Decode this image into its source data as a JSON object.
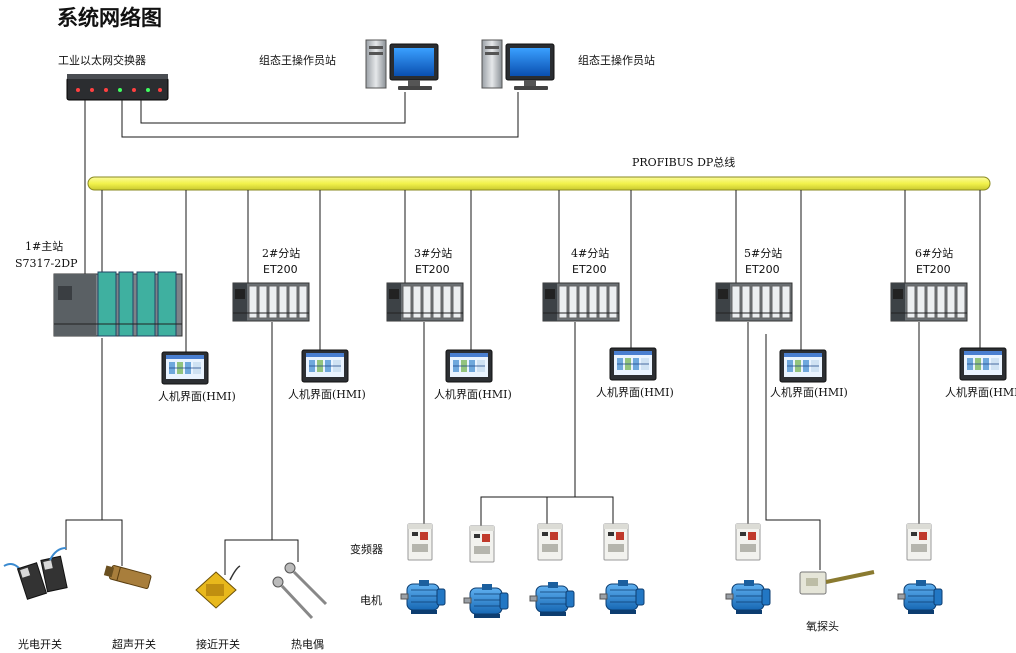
{
  "title": "系统网络图",
  "switch": {
    "label": "工业以太网交换器"
  },
  "workstations": [
    {
      "label": "组态王操作员站"
    },
    {
      "label": "组态王操作员站"
    }
  ],
  "bus": {
    "label": "PROFIBUS DP总线",
    "color": "#f5f55a"
  },
  "master": {
    "line1": "1#主站",
    "line2": "S7317-2DP"
  },
  "stations": [
    {
      "line1": "2#分站",
      "line2": "ET200",
      "hmi": "人机界面(HMI)"
    },
    {
      "line1": "3#分站",
      "line2": "ET200",
      "hmi": "人机界面(HMI)"
    },
    {
      "line1": "4#分站",
      "line2": "ET200",
      "hmi": "人机界面(HMI)"
    },
    {
      "line1": "5#分站",
      "line2": "ET200",
      "hmi": "人机界面(HMI)"
    },
    {
      "line1": "6#分站",
      "line2": "ET200",
      "hmi": "人机界面(HMI)"
    }
  ],
  "master_hmi": "人机界面(HMI)",
  "row_labels": {
    "inverter": "变频器",
    "motor": "电机"
  },
  "field_devices": {
    "photoelectric": "光电开关",
    "ultrasonic": "超声开关",
    "proximity": "接近开关",
    "thermocouple": "热电偶",
    "oxygen_probe": "氧探头"
  }
}
